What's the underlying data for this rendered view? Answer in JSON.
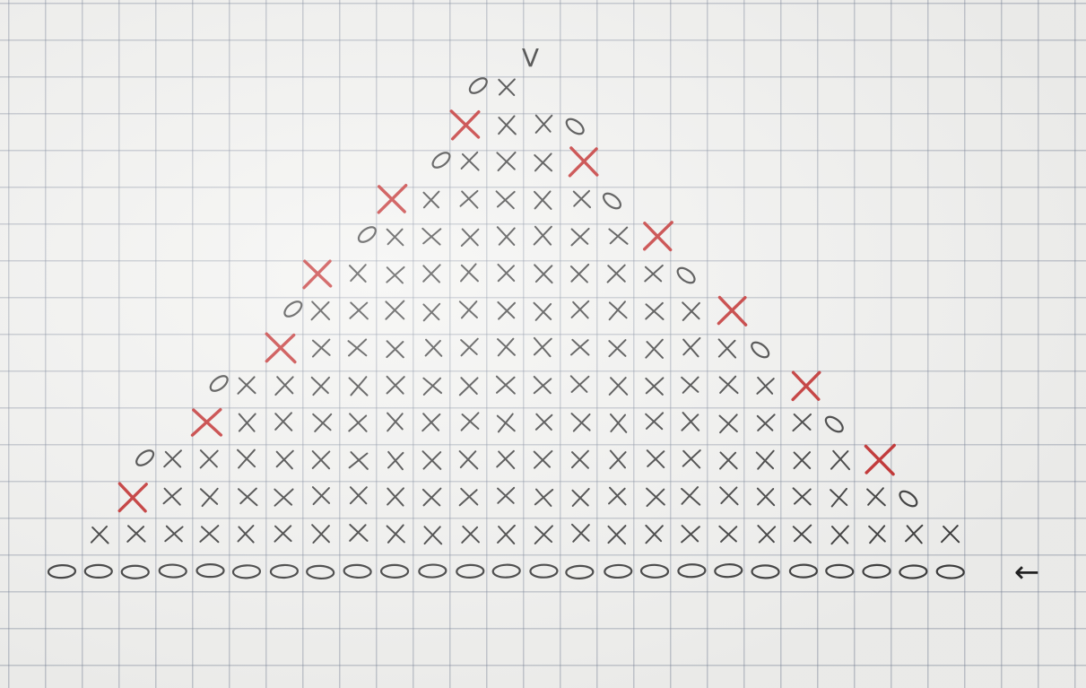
{
  "diagram": {
    "kind": "crochet-chart",
    "colors": {
      "paper": "#f3f3f1",
      "grid": "#8f98aa",
      "pencil": "#3a3a3a",
      "red_pen": "#c22a2a"
    },
    "symbols": {
      "chain": "chain-stitch-oval",
      "single": "single-crochet-x",
      "increase": "increase-red-x",
      "top": "v-stitch"
    },
    "foundation": {
      "stitches": 25
    },
    "direction_arrow": "←",
    "rows": [
      {
        "row": 1,
        "x_count": 24,
        "left_marker": "none",
        "right_marker": "none"
      },
      {
        "row": 2,
        "x_count": 20,
        "left_marker": "increase",
        "right_marker": "chain"
      },
      {
        "row": 3,
        "x_count": 19,
        "left_marker": "chain",
        "right_marker": "increase"
      },
      {
        "row": 4,
        "x_count": 16,
        "left_marker": "increase",
        "right_marker": "chain"
      },
      {
        "row": 5,
        "x_count": 15,
        "left_marker": "chain",
        "right_marker": "increase"
      },
      {
        "row": 6,
        "x_count": 12,
        "left_marker": "increase",
        "right_marker": "chain"
      },
      {
        "row": 7,
        "x_count": 11,
        "left_marker": "chain",
        "right_marker": "increase"
      },
      {
        "row": 8,
        "x_count": 9,
        "left_marker": "increase",
        "right_marker": "chain"
      },
      {
        "row": 9,
        "x_count": 7,
        "left_marker": "chain",
        "right_marker": "increase"
      },
      {
        "row": 10,
        "x_count": 5,
        "left_marker": "increase",
        "right_marker": "chain"
      },
      {
        "row": 11,
        "x_count": 3,
        "left_marker": "chain",
        "right_marker": "increase"
      },
      {
        "row": 12,
        "x_count": 2,
        "left_marker": "increase",
        "right_marker": "chain"
      },
      {
        "row": 13,
        "x_count": 1,
        "left_marker": "chain",
        "right_marker": "none"
      }
    ],
    "top_symbol": "V"
  }
}
